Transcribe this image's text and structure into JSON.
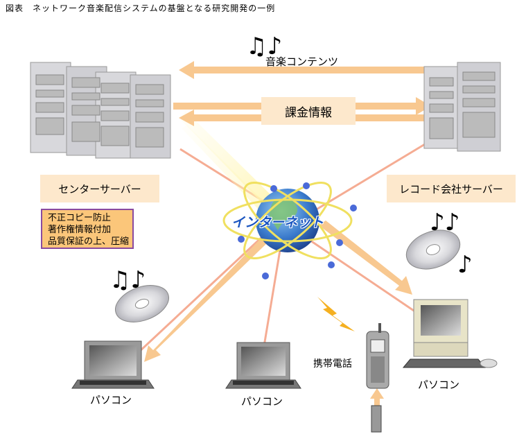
{
  "title": "図表　ネットワーク音楽配信システムの基盤となる研究開発の一例",
  "labels": {
    "music_contents": "音楽コンテンツ",
    "billing_info": "課金情報",
    "center_server": "センターサーバー",
    "record_server": "レコード会社サーバー",
    "internet": "インターネット",
    "mobile_phone": "携帯電話",
    "pc": "パソコン"
  },
  "note_lines": [
    "不正コピー防止",
    "著作権情報付加",
    "品質保証の上、圧縮"
  ],
  "colors": {
    "arrow": "#f8c890",
    "label_fill": "#fde8cc",
    "note_fill": "#fbc67a",
    "note_border": "#8a4aa0",
    "internet_text": "#1a55c0",
    "orbit": "#f0e060",
    "globe": "#3a7acc",
    "spark": "#f5b020"
  },
  "icons": [
    "server-rack-icon",
    "music-note-icon",
    "cd-disc-icon",
    "globe-icon",
    "laptop-icon",
    "desktop-pc-icon",
    "mobile-phone-icon",
    "lightning-icon"
  ]
}
